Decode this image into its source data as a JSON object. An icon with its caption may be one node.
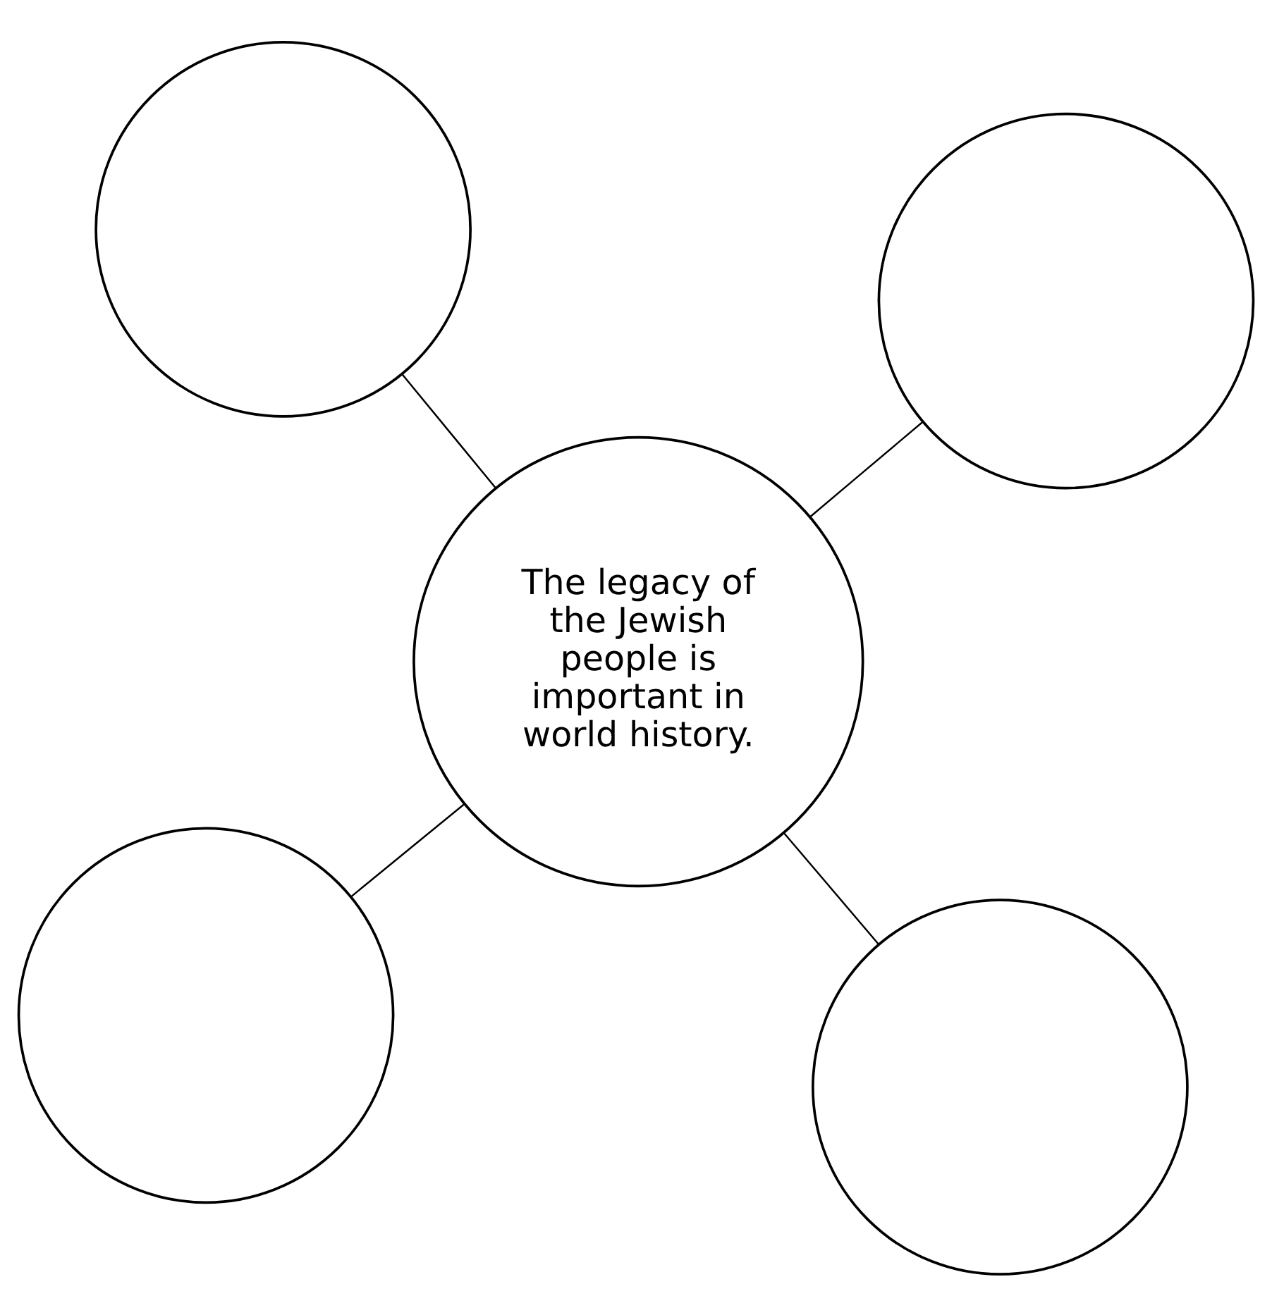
{
  "diagram": {
    "nodes": [
      {
        "text": [],
        "shape": "circle"
      },
      {
        "text": [],
        "shape": "circle"
      },
      {
        "text": [
          "The legacy of the Jewish people is important in world history."
        ]
      },
      {
        "text": [],
        "shape": "circle"
      },
      {
        "text": [],
        "shape": "circle"
      }
    ],
    "edges": [
      {
        "from": 0,
        "to": 2,
        "arrow": "none"
      },
      {
        "from": 1,
        "to": 2,
        "arrow": "none"
      },
      {
        "from": 3,
        "to": 2,
        "arrow": "none"
      },
      {
        "from": 4,
        "to": 2,
        "arrow": "none"
      }
    ]
  }
}
